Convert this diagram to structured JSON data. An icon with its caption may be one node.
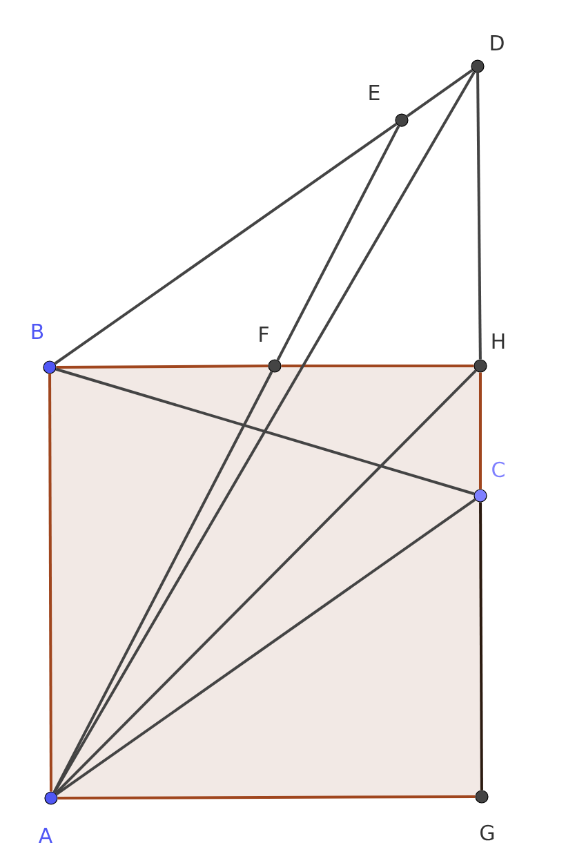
{
  "diagram": {
    "nodes": [
      {
        "text": [],
        "shape": "circle",
        "beside": [
          "D"
        ]
      },
      {
        "text": [],
        "shape": "circle",
        "beside": [
          "E"
        ]
      },
      {
        "text": [],
        "shape": "circle",
        "beside": [
          "B"
        ]
      },
      {
        "text": [],
        "shape": "circle",
        "beside": [
          "F"
        ]
      },
      {
        "text": [],
        "shape": "circle",
        "beside": [
          "H"
        ]
      },
      {
        "text": [],
        "shape": "circle",
        "beside": [
          "C"
        ]
      },
      {
        "text": [],
        "shape": "circle",
        "beside": [
          "A"
        ]
      },
      {
        "text": [],
        "shape": "circle",
        "beside": [
          "G"
        ]
      }
    ],
    "edges": [
      {
        "from": 2,
        "to": 1,
        "arrow": "none"
      },
      {
        "from": 1,
        "to": 0,
        "arrow": "none"
      },
      {
        "from": 0,
        "to": 4,
        "arrow": "none"
      },
      {
        "from": 4,
        "to": 5,
        "arrow": "none",
        "color": "#a0461e"
      },
      {
        "from": 5,
        "to": 7,
        "arrow": "none",
        "color": "#2b1a0f"
      },
      {
        "from": 7,
        "to": 6,
        "arrow": "none",
        "color": "#a0461e"
      },
      {
        "from": 6,
        "to": 2,
        "arrow": "none",
        "color": "#a0461e"
      },
      {
        "from": 2,
        "to": 3,
        "arrow": "none",
        "color": "#a0461e"
      },
      {
        "from": 3,
        "to": 4,
        "arrow": "none",
        "color": "#a0461e"
      },
      {
        "from": 6,
        "to": 3,
        "arrow": "none"
      },
      {
        "from": 3,
        "to": 1,
        "arrow": "none"
      },
      {
        "from": 6,
        "to": 0,
        "arrow": "none"
      },
      {
        "from": 6,
        "to": 4,
        "arrow": "none"
      },
      {
        "from": 6,
        "to": 5,
        "arrow": "none"
      },
      {
        "from": 2,
        "to": 5,
        "arrow": "none"
      }
    ]
  }
}
